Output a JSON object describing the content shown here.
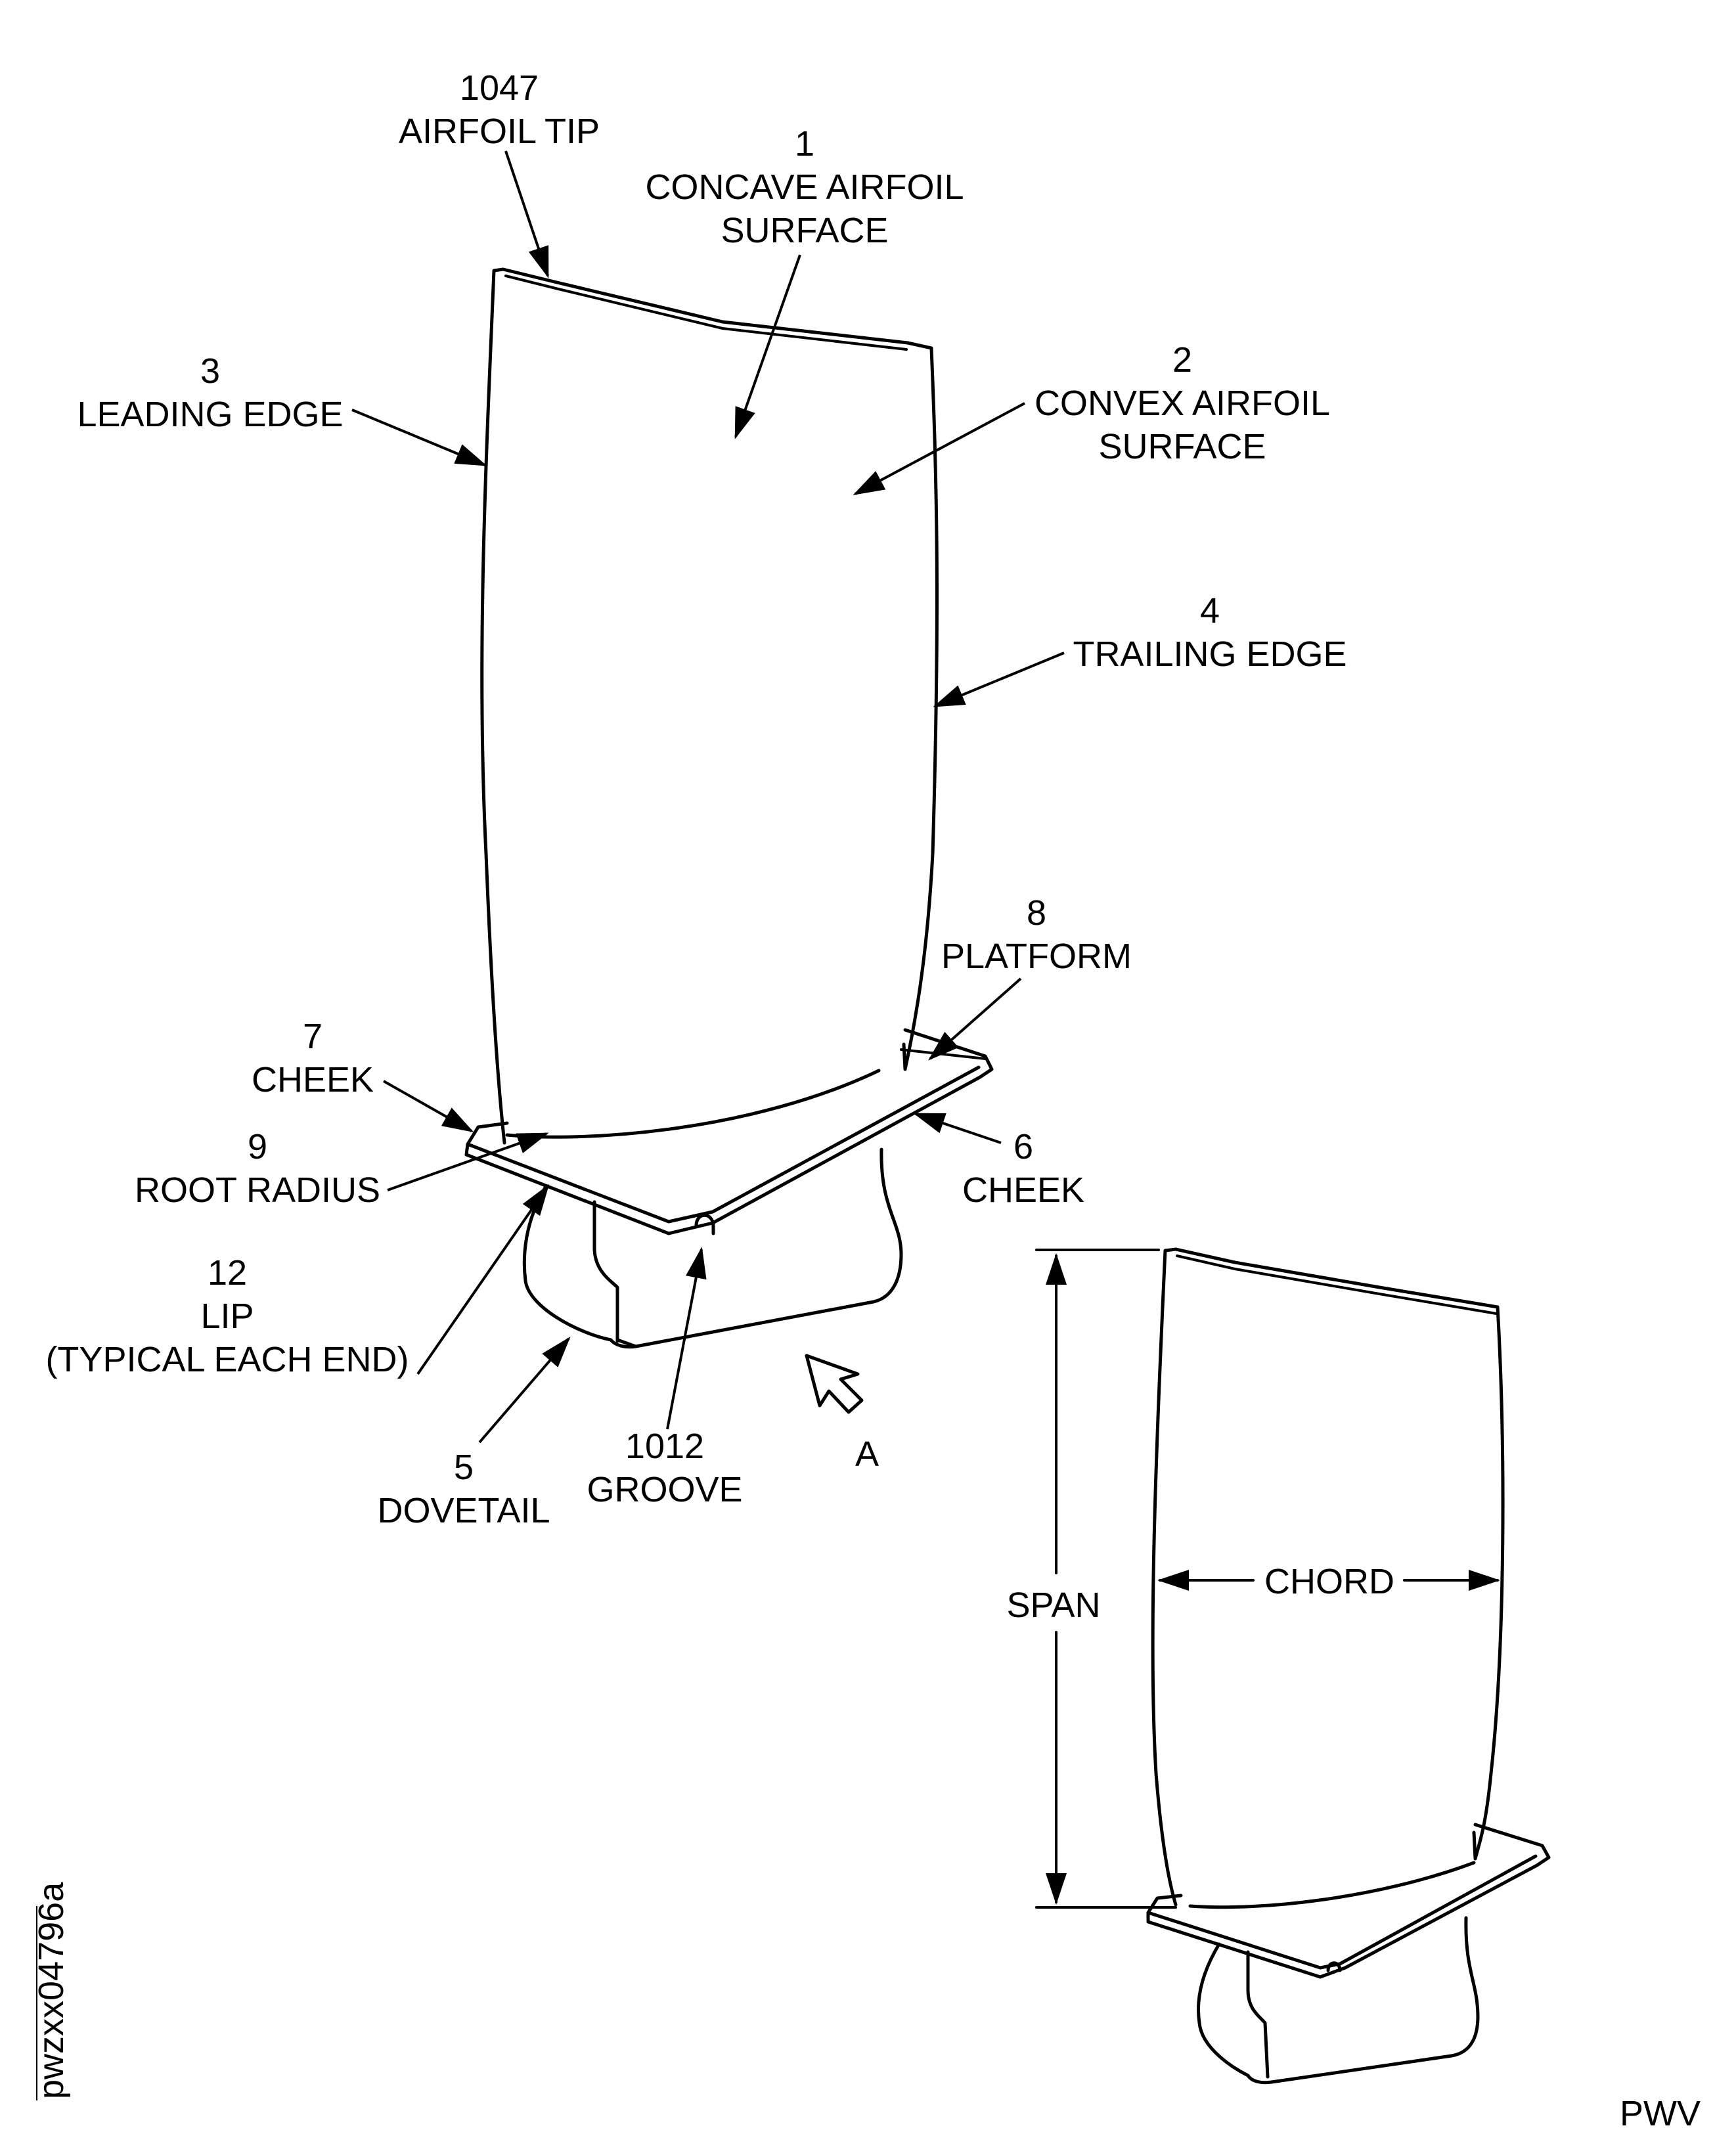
{
  "callouts": {
    "airfoil_tip": {
      "number": "1047",
      "text": "AIRFOIL TIP"
    },
    "concave_surface": {
      "number": "1",
      "line1": "CONCAVE AIRFOIL",
      "line2": "SURFACE"
    },
    "leading_edge": {
      "number": "3",
      "text": "LEADING EDGE"
    },
    "convex_surface": {
      "number": "2",
      "line1": "CONVEX AIRFOIL",
      "line2": "SURFACE"
    },
    "trailing_edge": {
      "number": "4",
      "text": "TRAILING EDGE"
    },
    "platform": {
      "number": "8",
      "text": "PLATFORM"
    },
    "cheek_left": {
      "number": "7",
      "text": "CHEEK"
    },
    "root_radius": {
      "number": "9",
      "text": "ROOT RADIUS"
    },
    "cheek_right": {
      "number": "6",
      "text": "CHEEK"
    },
    "lip": {
      "number": "12",
      "line1": "LIP",
      "line2": "(TYPICAL EACH END)"
    },
    "dovetail": {
      "number": "5",
      "text": "DOVETAIL"
    },
    "groove": {
      "number": "1012",
      "text": "GROOVE"
    }
  },
  "view_label": "A",
  "dimensions": {
    "span": "SPAN",
    "chord": "CHORD"
  },
  "figure_id": "pwzxx04796a",
  "footer_code": "PWV"
}
